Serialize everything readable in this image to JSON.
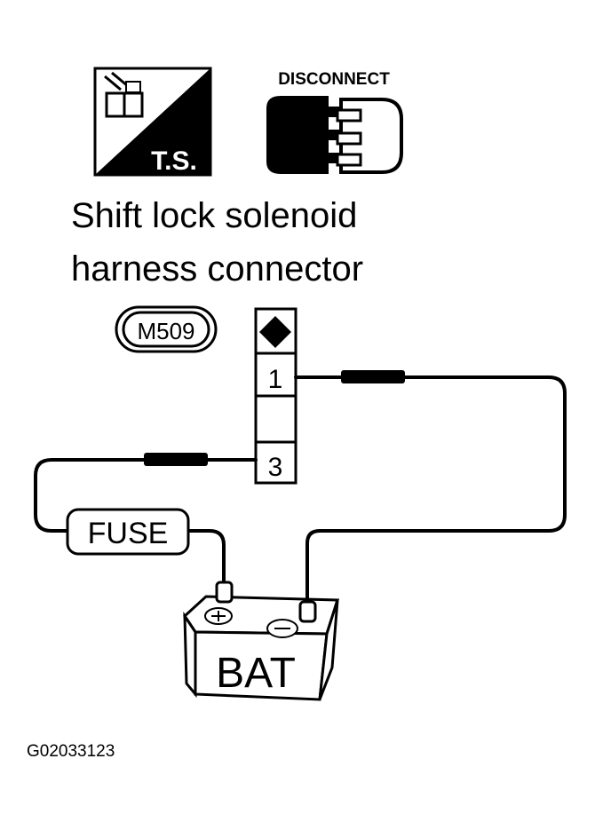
{
  "icons": {
    "ts_label": "T.S.",
    "disconnect_label": "DISCONNECT"
  },
  "title": {
    "line1": "Shift lock solenoid",
    "line2": "harness connector"
  },
  "connector": {
    "id": "M509",
    "pin_top": "1",
    "pin_bottom": "3"
  },
  "components": {
    "fuse": "FUSE",
    "battery": "BAT"
  },
  "figure_id": "G02033123"
}
